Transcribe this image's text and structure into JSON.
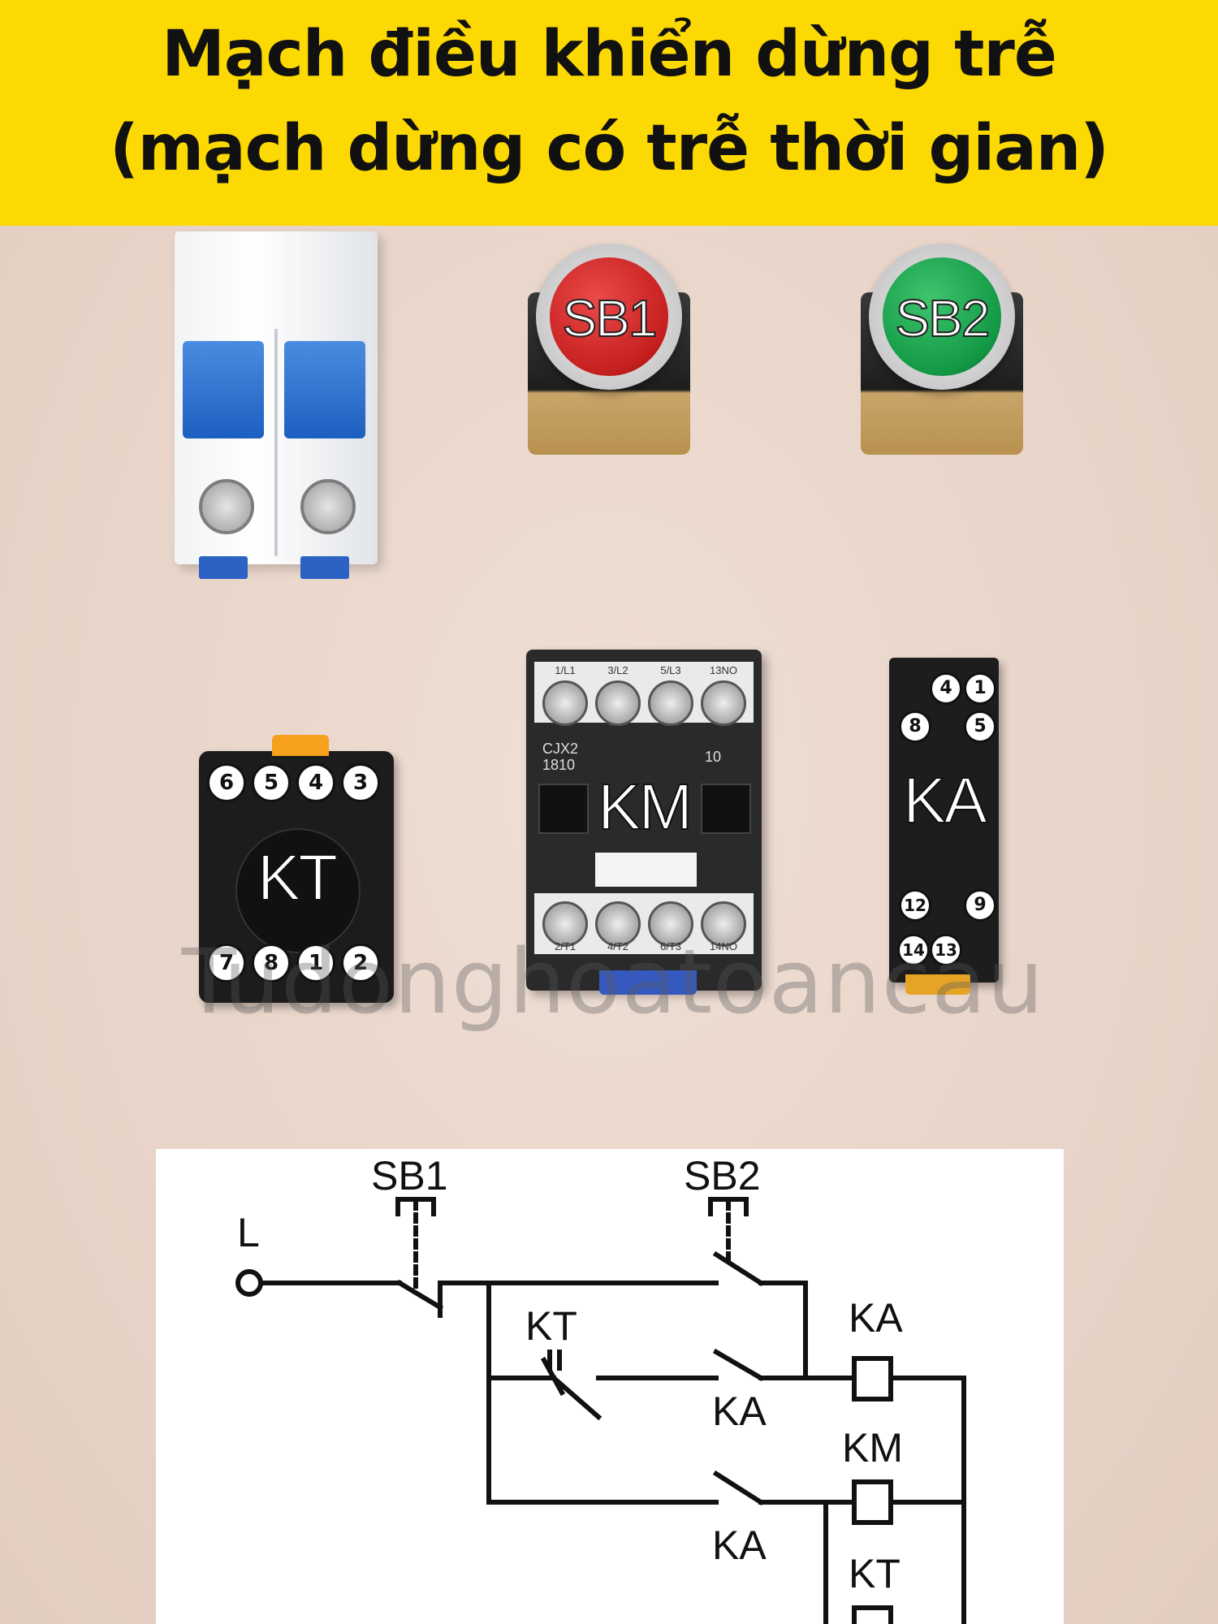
{
  "title": {
    "line1": "Mạch điều khiển dừng trễ",
    "line2": "(mạch dừng có trễ thời gian)"
  },
  "components": {
    "sb1_label": "SB1",
    "sb2_label": "SB2",
    "kt_label": "KT",
    "km_label": "KM",
    "ka_label": "KA",
    "kt_pins_top": [
      "6",
      "5",
      "4",
      "3"
    ],
    "kt_pins_bottom": [
      "7",
      "8",
      "1",
      "2"
    ],
    "km_top_terminals": [
      "1/L1",
      "3/L2",
      "5/L3",
      "13NO"
    ],
    "km_bottom_terminals": [
      "2/T1",
      "4/T2",
      "6/T3",
      "14NO"
    ],
    "km_model": "CJX2 1810",
    "km_model_line1": "CJX2",
    "km_model_line2": "1810",
    "km_code": "10",
    "ka_pins": [
      "4",
      "1",
      "8",
      "5",
      "12",
      "9",
      "14",
      "13"
    ]
  },
  "watermark": "Tudonghoatoancau",
  "schematic": {
    "line_label": "L",
    "sb1": "SB1",
    "sb2": "SB2",
    "kt_contact": "KT",
    "ka_contact_1": "KA",
    "ka_contact_2": "KA",
    "coil_ka": "KA",
    "coil_km": "KM",
    "coil_kt": "KT"
  },
  "colors": {
    "title_band": "#fcd903",
    "background": "#ead8cd",
    "sb1_cap": "#c61f1f",
    "sb2_cap": "#139845",
    "breaker_toggle": "#1d5fc0"
  }
}
